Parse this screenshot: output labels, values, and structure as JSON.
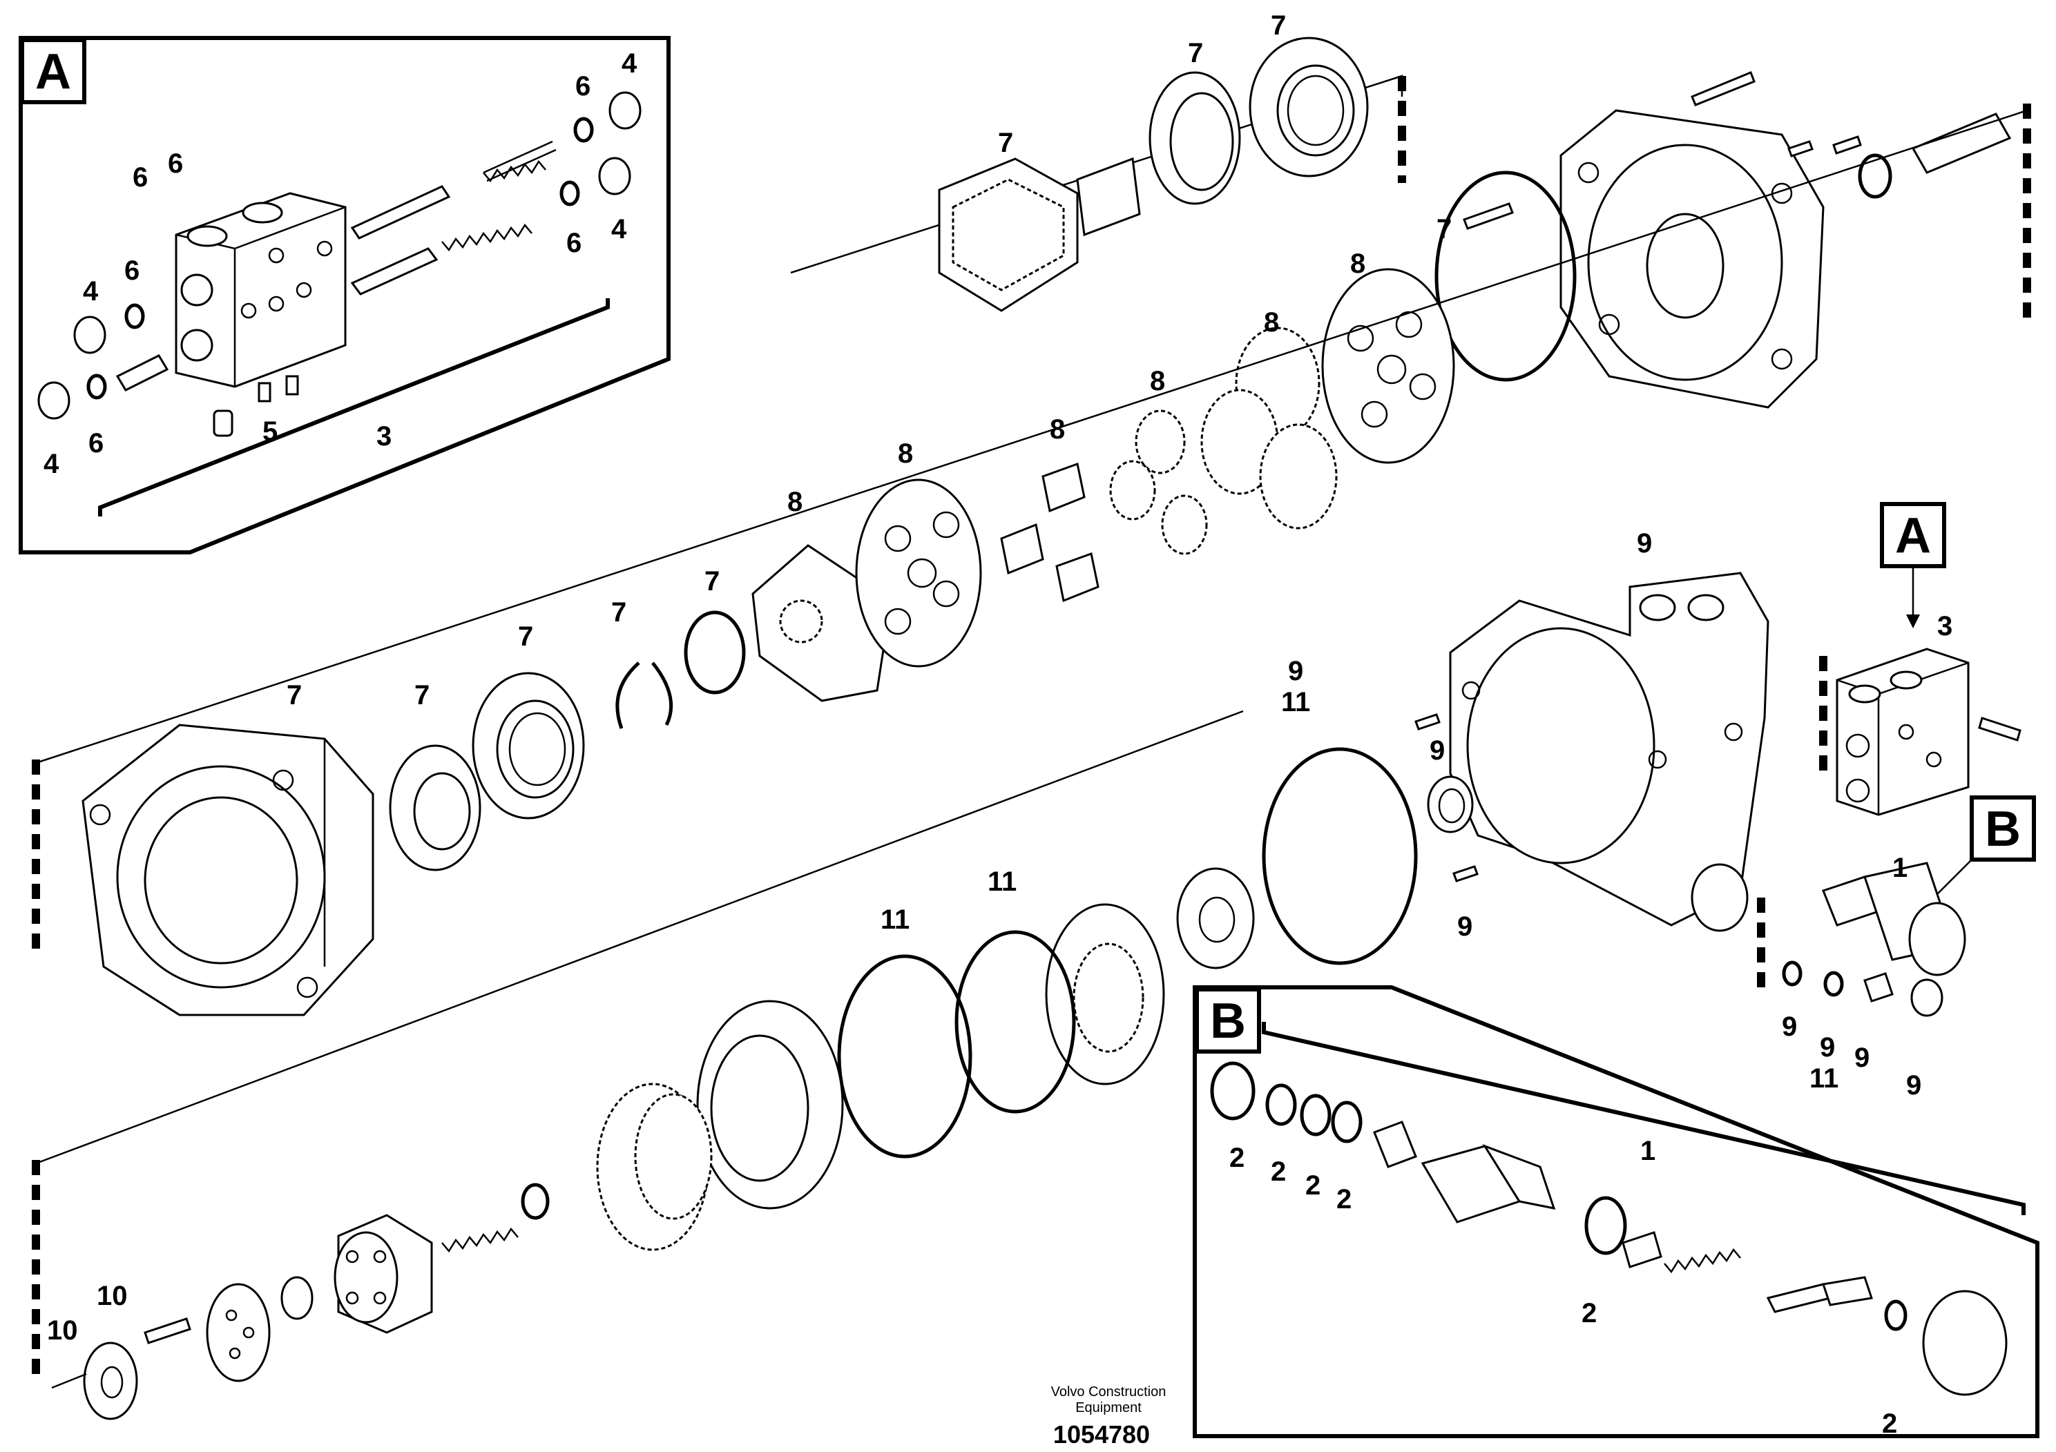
{
  "diagram": {
    "title_mark_a": "A",
    "title_mark_b": "B",
    "callout_a": "A",
    "callout_b": "B",
    "footer": {
      "company_line1": "Volvo Construction",
      "company_line2": "Equipment",
      "drawing_number": "1054780"
    },
    "labels": {
      "inset_a": [
        "4",
        "6",
        "6",
        "6",
        "6",
        "4",
        "4",
        "6",
        "4",
        "6",
        "5",
        "3"
      ],
      "top": [
        "7",
        "7",
        "7",
        "7",
        "8",
        "8"
      ],
      "middle": [
        "8",
        "8",
        "8",
        "8",
        "7",
        "7",
        "7",
        "7",
        "7"
      ],
      "right": [
        "9",
        "3",
        "9",
        "11",
        "9",
        "9",
        "1"
      ],
      "valve_parts": [
        "9",
        "9",
        "11",
        "9",
        "9"
      ],
      "lower": [
        "11",
        "11",
        "10",
        "10"
      ],
      "inset_b": [
        "2",
        "2",
        "2",
        "2",
        "1",
        "2",
        "2"
      ]
    }
  }
}
